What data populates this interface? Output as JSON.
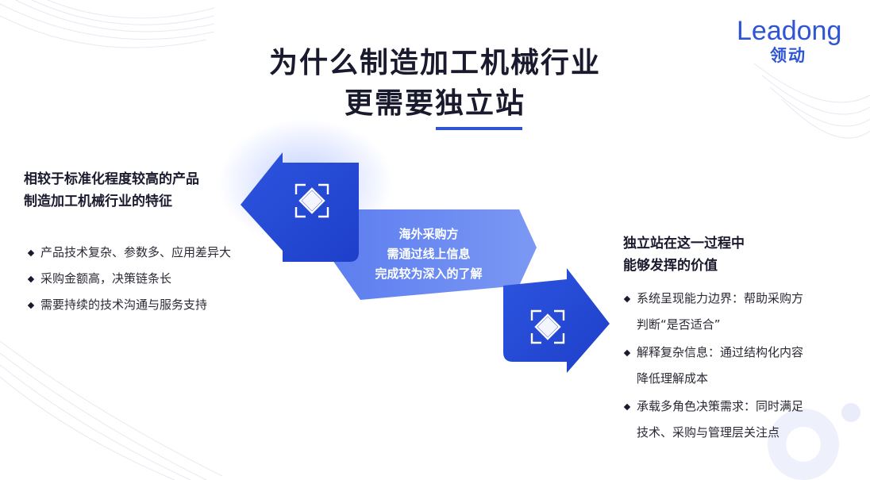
{
  "brand": {
    "name_en": "Leadong",
    "name_cn": "领动"
  },
  "title": {
    "line1": "为什么制造加工机械行业",
    "line2": "更需要独立站"
  },
  "left": {
    "heading_line1": "相较于标准化程度较高的产品",
    "heading_line2": "制造加工机械行业的特征",
    "items": [
      "产品技术复杂、参数多、应用差异大",
      "采购金额高，决策链条长",
      "需要持续的技术沟通与服务支持"
    ]
  },
  "center": {
    "line1": "海外采购方",
    "line2": "需通过线上信息",
    "line3": "完成较为深入的了解"
  },
  "right": {
    "heading_line1": "独立站在这一过程中",
    "heading_line2": "能够发挥的价值",
    "items": [
      {
        "line1": "系统呈现能力边界：帮助采购方",
        "line2": "判断“是否适合”"
      },
      {
        "line1": "解释复杂信息：通过结构化内容",
        "line2": "降低理解成本"
      },
      {
        "line1": "承载多角色决策需求：同时满足",
        "line2": "技术、采购与管理层关注点"
      }
    ]
  },
  "icons": {
    "left_arrow": "diamond-frame-icon",
    "right_arrow": "diamond-frame-icon"
  },
  "colors": {
    "accent": "#2f55d4",
    "arrow_dark": "#2247d6",
    "band": "#6f8df0",
    "text": "#1a1a2e"
  }
}
